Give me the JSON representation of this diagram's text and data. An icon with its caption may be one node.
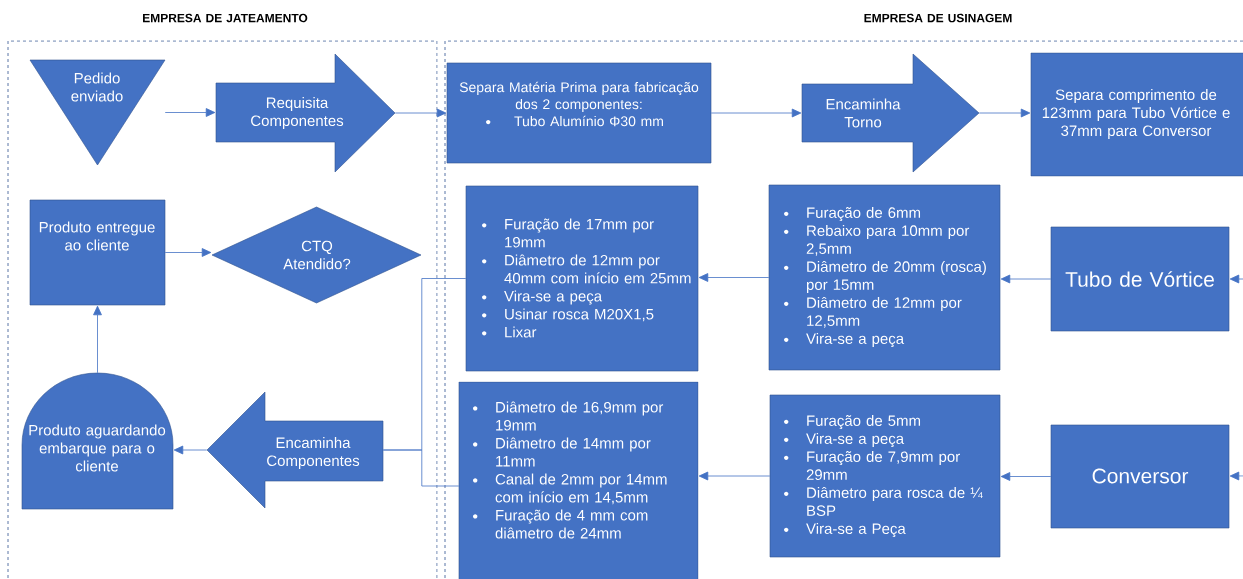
{
  "diagram": {
    "nodes": [
      {
        "text": [
          "EMPRESA DE JATEAMENTO"
        ]
      },
      {
        "text": [
          "Pedido enviado"
        ],
        "in": 0
      },
      {
        "text": [
          "Requisita Componentes"
        ],
        "in": 0
      },
      {
        "text": [
          "Produto entregue ao cliente"
        ],
        "in": 0
      },
      {
        "text": [
          "CTQ Atendido?"
        ],
        "in": 0
      },
      {
        "text": [
          "Produto aguardando embarque para o cliente"
        ],
        "in": 0
      },
      {
        "text": [
          "Encaminha Componentes"
        ],
        "in": 0
      },
      {
        "text": [
          "EMPRESA DE USINAGEM"
        ]
      },
      {
        "text": [
          "Separa Matéria Prima para fabricação dos 2 componentes:",
          "Tubo Alumínio Φ30 mm"
        ],
        "in": 7
      },
      {
        "text": [
          "Encaminha Torno"
        ],
        "in": 7
      },
      {
        "text": [
          "Separa comprimento de 123mm para Tubo Vórtice e 37mm para Conversor"
        ],
        "in": 7
      },
      {
        "text": [
          "Furação de 17mm por 19mm",
          "Diâmetro de 12mm por 40mm com início em 25mm",
          "Vira-se a peça",
          "Usinar rosca M20X1,5",
          "Lixar"
        ],
        "in": 7
      },
      {
        "text": [
          "Furação de 6mm",
          "Rebaixo para 10mm por 2,5mm",
          "Diâmetro de 20mm (rosca) por 15mm",
          "Diâmetro de 12mm por 12,5mm",
          "Vira-se a peça"
        ],
        "in": 7
      },
      {
        "text": [
          "Tubo de Vórtice"
        ],
        "in": 7
      },
      {
        "text": [
          "Diâmetro de 16,9mm por 19mm",
          "Diâmetro de 14mm por 11mm",
          "Canal de 2mm por 14mm com início em 14,5mm",
          "Furação de 4 mm com diâmetro de 24mm"
        ],
        "in": 7
      },
      {
        "text": [
          "Furação de 5mm",
          "Vira-se a peça",
          "Furação de 7,9mm por 29mm",
          "Diâmetro para rosca de ¼ BSP",
          "Vira-se a Peça"
        ],
        "in": 7
      },
      {
        "text": [
          "Conversor"
        ],
        "in": 7
      }
    ],
    "edges": [
      {
        "from": 1,
        "to": 2,
        "arrow": "to"
      },
      {
        "from": 2,
        "to": 8,
        "arrow": "to"
      },
      {
        "from": 8,
        "to": 9,
        "arrow": "to"
      },
      {
        "from": 9,
        "to": 10,
        "arrow": "to"
      },
      {
        "from": null,
        "to": 13,
        "arrow": "to"
      },
      {
        "from": 13,
        "to": 12,
        "arrow": "to"
      },
      {
        "from": 12,
        "to": 11,
        "arrow": "to"
      },
      {
        "from": null,
        "to": 16,
        "arrow": "to"
      },
      {
        "from": 16,
        "to": 15,
        "arrow": "to"
      },
      {
        "from": 15,
        "to": 14,
        "arrow": "to"
      },
      {
        "from": 11,
        "to": 6,
        "arrow": "none"
      },
      {
        "from": 14,
        "to": 6,
        "arrow": "none"
      },
      {
        "from": 6,
        "to": 5,
        "arrow": "to"
      },
      {
        "from": 5,
        "to": 3,
        "arrow": "to"
      },
      {
        "from": 3,
        "to": 4,
        "arrow": "to"
      }
    ]
  }
}
